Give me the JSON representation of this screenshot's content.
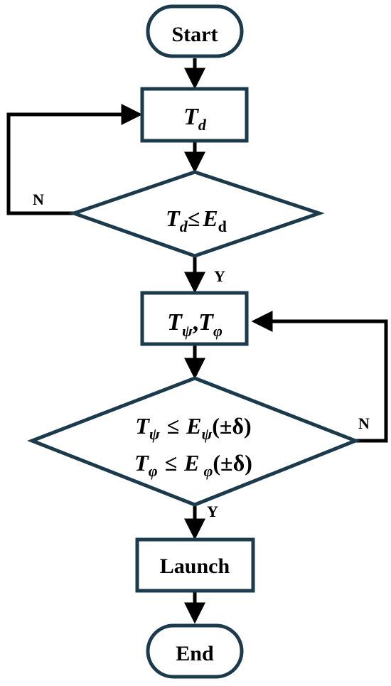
{
  "colors": {
    "node_stroke": "#1b3a4b",
    "arrow": "#000000",
    "background": "#ffffff"
  },
  "nodes": {
    "start": {
      "label": "Start"
    },
    "td": {
      "var": "T",
      "sub": "d"
    },
    "decision1": {
      "lhs_var": "T",
      "lhs_sub": "d",
      "op": "≤",
      "rhs_var": "E",
      "rhs_sub": "d"
    },
    "tangles": {
      "var1": "T",
      "sub1": "ψ",
      "sep": ",",
      "var2": "T",
      "sub2": "φ"
    },
    "decision2": {
      "line1": {
        "lhs_var": "T",
        "lhs_sub": "ψ",
        "op": "≤",
        "rhs_var": "E",
        "rhs_sub": "ψ",
        "tol": "(±δ)"
      },
      "line2": {
        "lhs_var": "T",
        "lhs_sub": "φ",
        "op": "≤",
        "rhs_var": "E",
        "rhs_sub": "φ",
        "tol": "(±δ)"
      }
    },
    "launch": {
      "label": "Launch"
    },
    "end": {
      "label": "End"
    }
  },
  "edge_labels": {
    "d1_no": "N",
    "d1_yes": "Y",
    "d2_no": "N",
    "d2_yes": "Y"
  }
}
